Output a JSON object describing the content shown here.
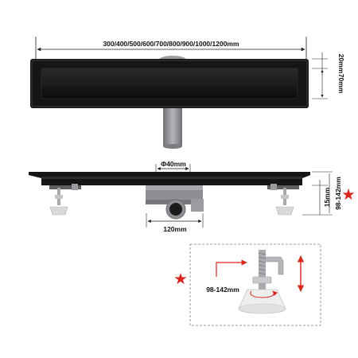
{
  "dimensions": {
    "length_options": "300/400/500/600/700/800/900/1000/1200mm",
    "frame_height": "20mm",
    "channel_width": "70mm",
    "outlet_diameter": "Φ40mm",
    "outlet_spacing": "120mm",
    "total_height_range": "98-142mm",
    "body_depth": "15mm",
    "foot_adjust_range": "98-142mm"
  },
  "colors": {
    "drain_body": "#151515",
    "pipe": "#8d8f93",
    "marker_star": "#d9251c",
    "dimension_line": "#222222",
    "callout_border": "#9a9a9a"
  }
}
